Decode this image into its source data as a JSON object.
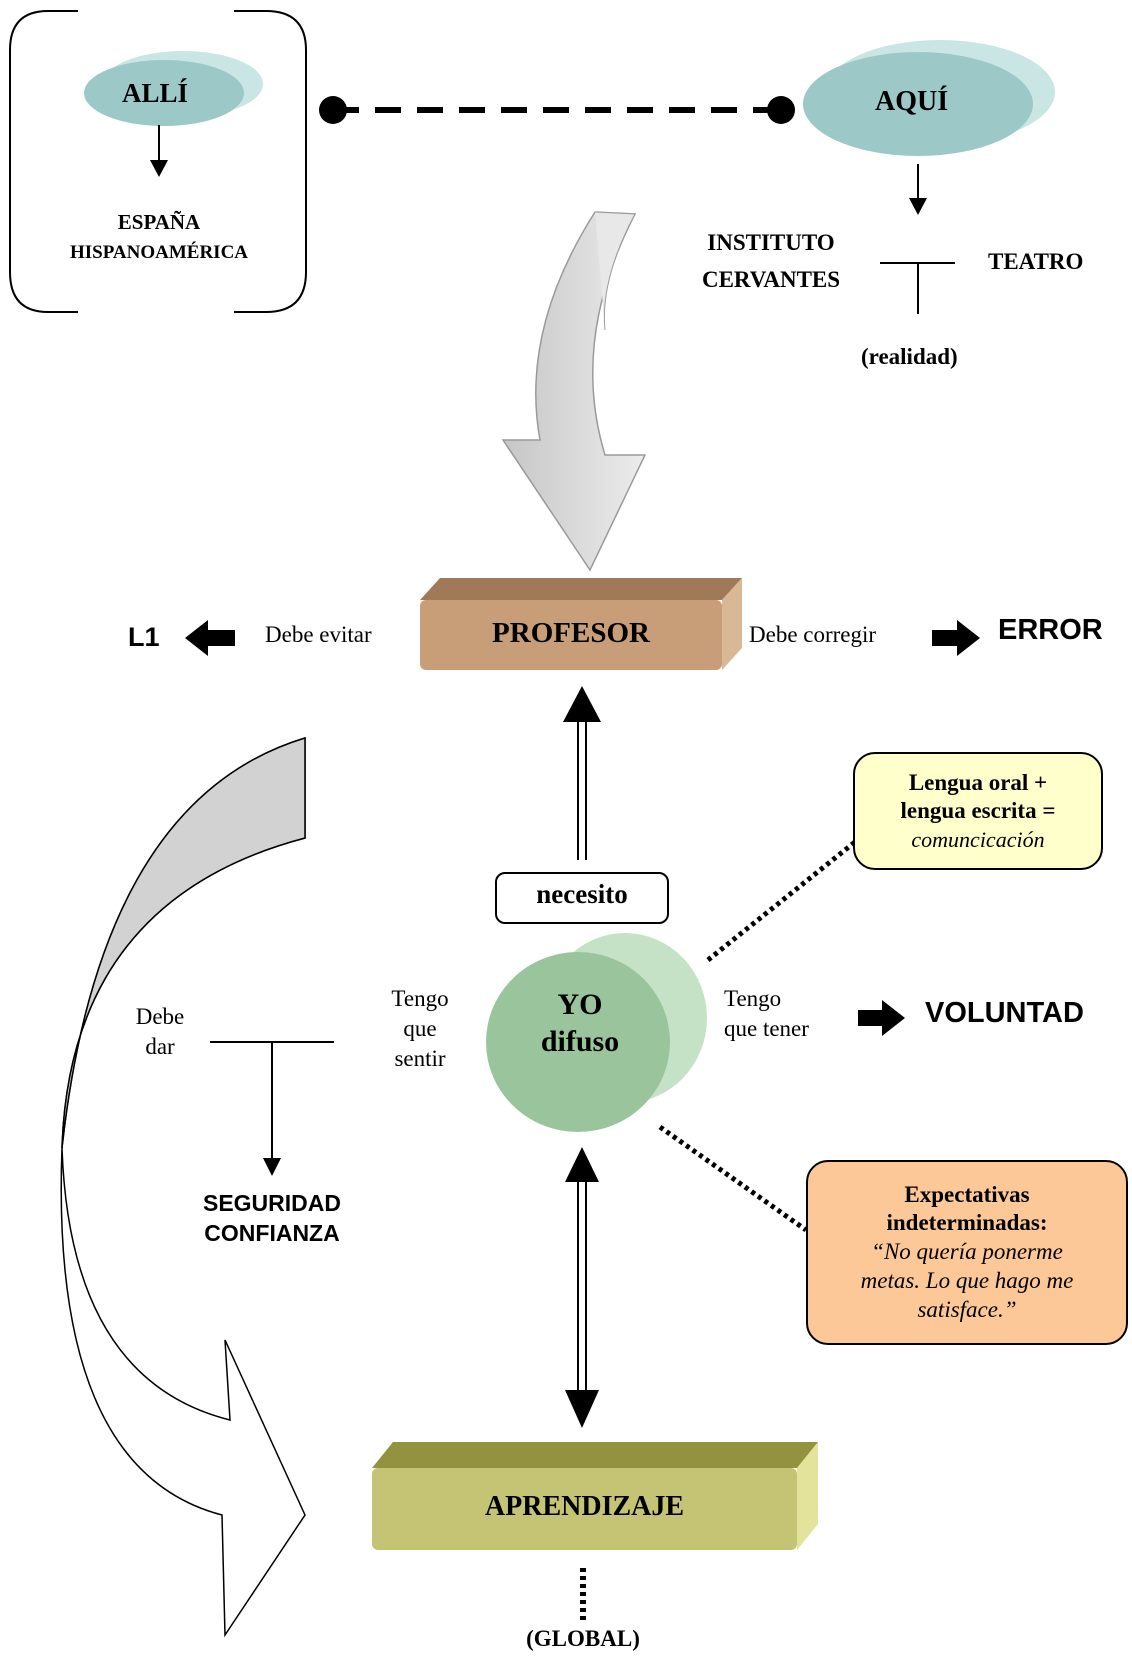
{
  "alli": {
    "title": "ALLÍ",
    "line1": "ESPAÑA",
    "line2": "HISPANOAMÉRICA"
  },
  "aqui": {
    "title": "AQUÍ",
    "instituto_1": "INSTITUTO",
    "instituto_2": "CERVANTES",
    "teatro": "TEATRO",
    "realidad": "(realidad)"
  },
  "profesor": {
    "label": "PROFESOR",
    "left_text": "Debe evitar",
    "left_target": "L1",
    "right_text": "Debe corregir",
    "right_target": "ERROR"
  },
  "yo": {
    "line1": "YO",
    "line2": "difuso",
    "necesito": "necesito",
    "left_1": "Tengo",
    "left_2": "que",
    "left_3": "sentir",
    "right_1": "Tengo",
    "right_2": "que tener",
    "right_target": "VOLUNTAD"
  },
  "debe_dar": {
    "line1": "Debe",
    "line2": "dar",
    "result_1": "SEGURIDAD",
    "result_2": "CONFIANZA"
  },
  "note_lengua": {
    "line1": "Lengua oral +",
    "line2": "lengua escrita =",
    "line3": "comuncicación"
  },
  "note_expectativas": {
    "line1": "Expectativas",
    "line2": "indeterminadas:",
    "line3": "“No quería ponerme",
    "line4": "metas. Lo que hago me",
    "line5": "satisface.”"
  },
  "aprendizaje": {
    "label": "APRENDIZAJE",
    "global": "(GLOBAL)"
  },
  "colors": {
    "ellipse_teal": "#9cc9c7",
    "yo_green": "#9ac59c",
    "profesor_brown": "#c89e78",
    "aprendizaje_olive": "#c4c474",
    "note_yellow": "#ffffcc",
    "note_orange": "#fcc898",
    "arrow_gray": "#d2d2d2"
  }
}
